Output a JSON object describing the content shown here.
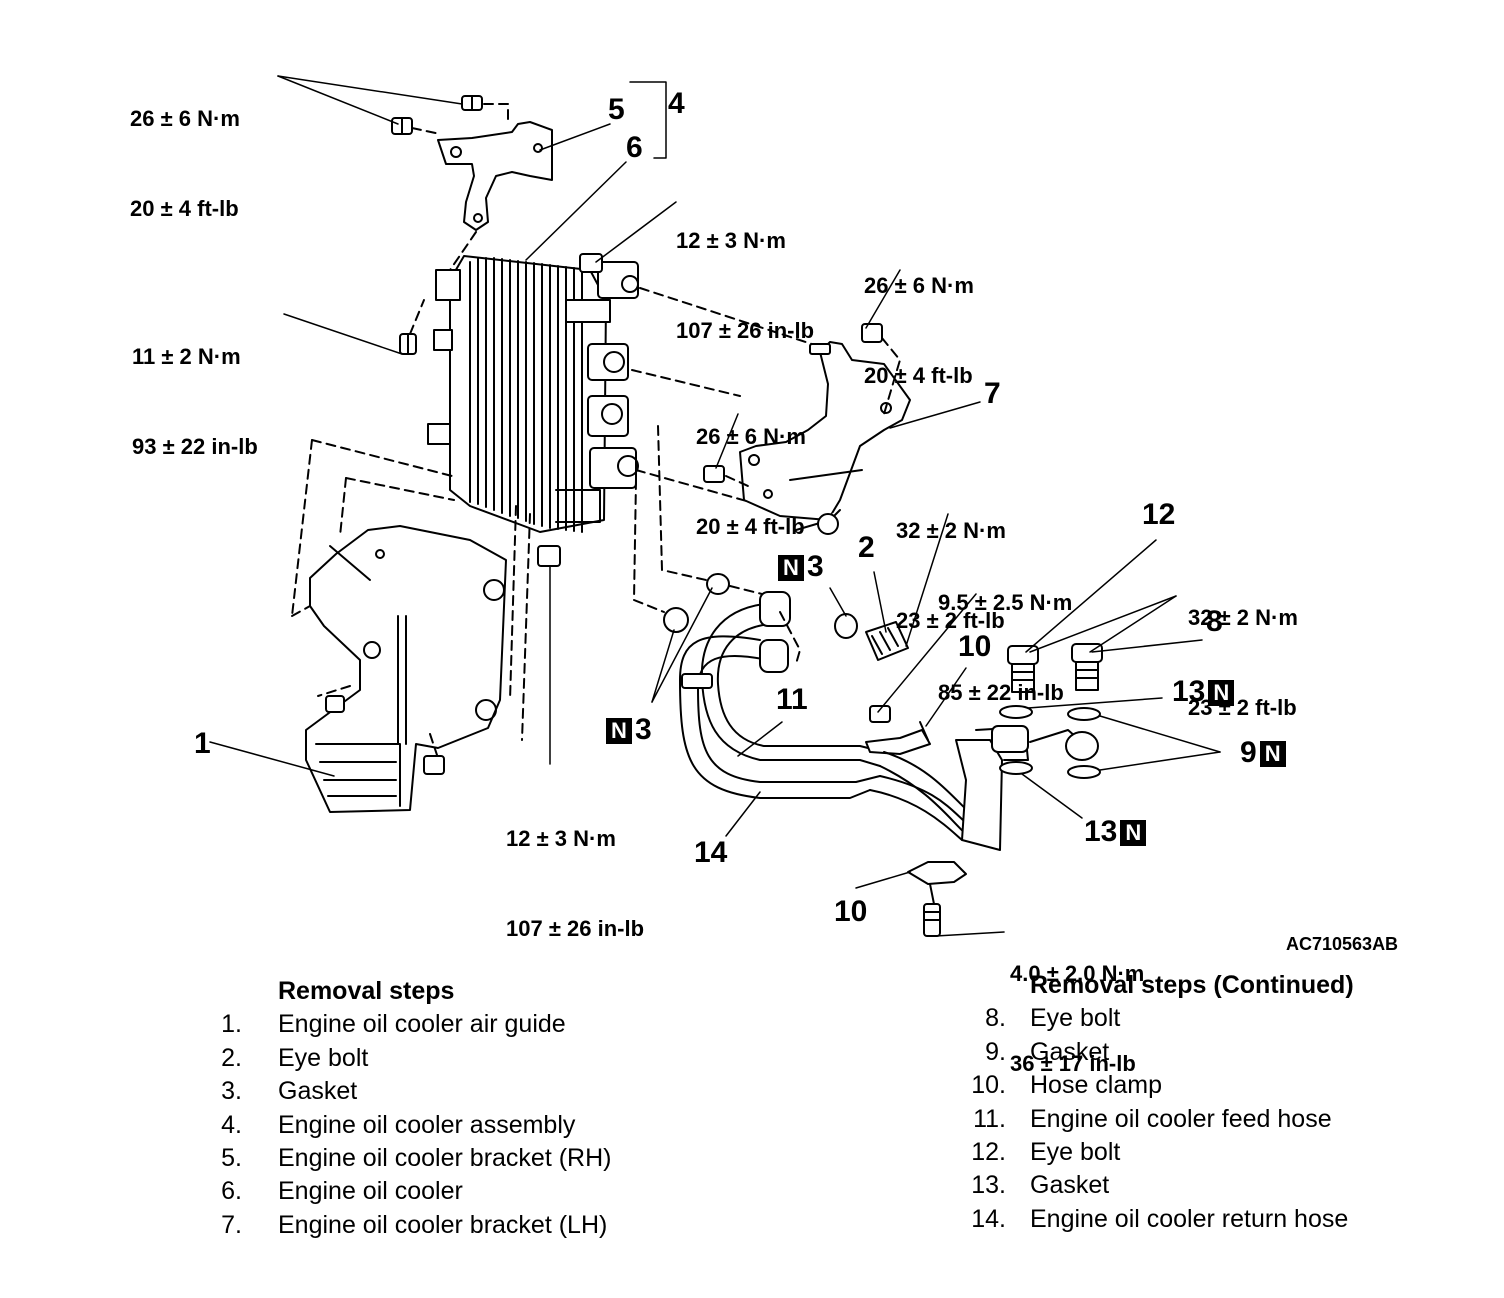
{
  "torque_specs": {
    "t1": {
      "nm": "26 ± 6 N·m",
      "imp": "20 ± 4 ft-lb"
    },
    "t2": {
      "nm": "12 ± 3 N·m",
      "imp": "107 ± 26 in-lb"
    },
    "t3": {
      "nm": "26 ± 6 N·m",
      "imp": "20 ± 4 ft-lb"
    },
    "t4": {
      "nm": "11 ± 2 N·m",
      "imp": "93 ± 22 in-lb"
    },
    "t5": {
      "nm": "26 ± 6 N·m",
      "imp": "20 ± 4 ft-lb"
    },
    "t6": {
      "nm": "32 ± 2 N·m",
      "imp": "23 ± 2 ft-lb"
    },
    "t7": {
      "nm": "9.5 ± 2.5 N·m",
      "imp": "85 ± 22 in-lb"
    },
    "t8": {
      "nm": "32 ± 2 N·m",
      "imp": "23 ± 2 ft-lb"
    },
    "t9": {
      "nm": "12 ± 3 N·m",
      "imp": "107 ± 26 in-lb"
    },
    "t10": {
      "nm": "4.0 ± 2.0 N·m",
      "imp": "36 ± 17 in-lb"
    }
  },
  "callouts": {
    "c1": "1",
    "c2": "2",
    "c3a": "3",
    "c3b": "3",
    "c4": "4",
    "c5": "5",
    "c6": "6",
    "c7": "7",
    "c8": "8",
    "c9": "9",
    "c10a": "10",
    "c10b": "10",
    "c11": "11",
    "c12": "12",
    "c13a": "13",
    "c13b": "13",
    "c14": "14"
  },
  "new_part_badge": "N",
  "figure_code": "AC710563AB",
  "removal_steps": {
    "title": "Removal steps",
    "items": [
      {
        "num": "1.",
        "label": "Engine oil cooler air guide"
      },
      {
        "num": "2.",
        "label": "Eye bolt"
      },
      {
        "num": "3.",
        "label": "Gasket"
      },
      {
        "num": "4.",
        "label": "Engine oil cooler assembly"
      },
      {
        "num": "5.",
        "label": "Engine oil cooler bracket (RH)"
      },
      {
        "num": "6.",
        "label": "Engine oil cooler"
      },
      {
        "num": "7.",
        "label": "Engine oil cooler bracket (LH)"
      }
    ]
  },
  "removal_steps_continued": {
    "title": "Removal steps (Continued)",
    "items": [
      {
        "num": "8.",
        "label": "Eye bolt"
      },
      {
        "num": "9.",
        "label": "Gasket"
      },
      {
        "num": "10.",
        "label": "Hose clamp"
      },
      {
        "num": "11.",
        "label": "Engine oil cooler feed hose"
      },
      {
        "num": "12.",
        "label": "Eye bolt"
      },
      {
        "num": "13.",
        "label": "Gasket"
      },
      {
        "num": "14.",
        "label": "Engine oil cooler return hose"
      }
    ]
  }
}
